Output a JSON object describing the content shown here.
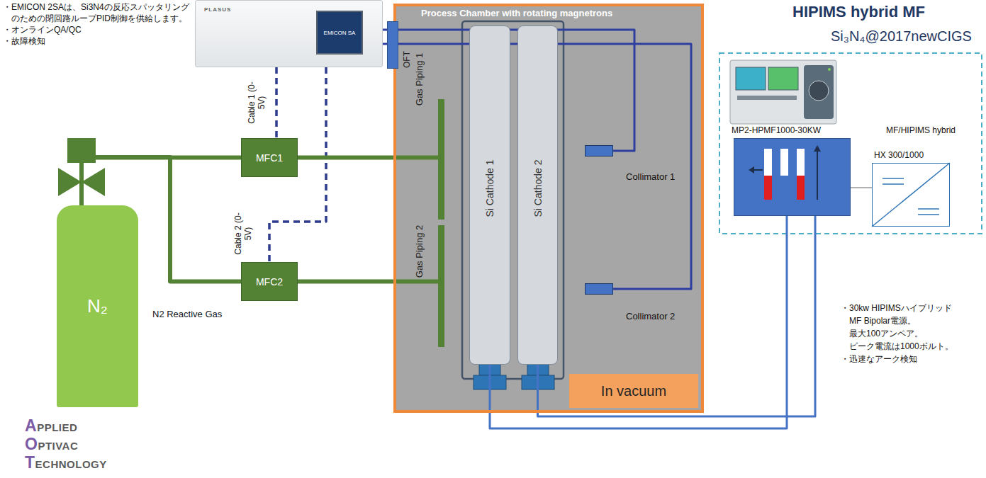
{
  "diagram": {
    "nodes": [
      {
        "text": [
          "PLASUS",
          "EMICON SA"
        ]
      },
      {
        "text": [
          "Process Chamber with rotating magnetrons"
        ]
      },
      {
        "text": [
          "OFT"
        ]
      },
      {
        "text": [
          "Gas Piping 1"
        ],
        "in": 1
      },
      {
        "text": [
          "Gas Piping 2"
        ],
        "in": 1
      },
      {
        "text": [
          "Si Cathode 1"
        ],
        "in": 1
      },
      {
        "text": [
          "Si Cathode 2"
        ],
        "in": 1
      },
      {
        "text": [
          "Collimator 1"
        ],
        "in": 1
      },
      {
        "text": [
          "Collimator 2"
        ],
        "in": 1
      },
      {
        "text": [
          "In vacuum"
        ],
        "in": 1
      },
      {
        "text": [
          "MFC1"
        ]
      },
      {
        "text": [
          "MFC2"
        ]
      },
      {
        "text": [
          "N₂"
        ]
      },
      {
        "text": [
          "MP2-HPMF1000-30KW"
        ]
      },
      {
        "text": [
          "HX 300/1000"
        ]
      }
    ],
    "edges": [
      {
        "from": 0,
        "to": 2,
        "arrow": "none"
      },
      {
        "from": 2,
        "to": 7,
        "arrow": "none"
      },
      {
        "from": 2,
        "to": 8,
        "arrow": "none"
      },
      {
        "from": 0,
        "to": 10,
        "arrow": "none"
      },
      {
        "from": 0,
        "to": 11,
        "arrow": "none"
      },
      {
        "from": 12,
        "to": 10,
        "arrow": "none"
      },
      {
        "from": 12,
        "to": 11,
        "arrow": "none"
      },
      {
        "from": 10,
        "to": 3,
        "arrow": "none"
      },
      {
        "from": 11,
        "to": 4,
        "arrow": "none"
      },
      {
        "from": 13,
        "to": 5,
        "arrow": "none"
      },
      {
        "from": 13,
        "to": 6,
        "arrow": "none"
      },
      {
        "from": 13,
        "to": 14,
        "arrow": "none"
      }
    ],
    "labels": [
      "・EMICON 2SAは、Si3N4の反応スパッタリングのための閉回路ループPID制御を供給します。",
      "・オンラインQA/QC",
      "・故障検知",
      "Cable 1 (0-5V)",
      "Cable 2 (0-5V)",
      "N2 Reactive Gas",
      "HIPIMS hybrid MF",
      "Si₃N₄@2017newCIGS",
      "MF/HIPIMS hybrid",
      "・30kw HIPIMSハイブリッド MF Bipolar電源。 最大100アンペア。 ピーク電流は1000ボルト。",
      "・迅速なアーク検知",
      "APPLIED",
      "OPTIVAC",
      "TECHNOLOGY"
    ]
  }
}
